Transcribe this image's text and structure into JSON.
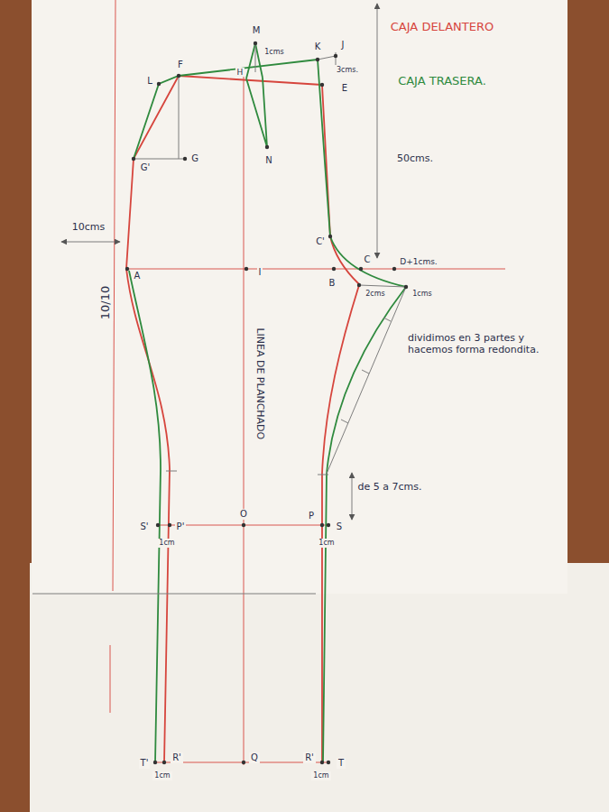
{
  "diagram": {
    "labels": [
      "CAJA DELANTERO",
      "CAJA TRASERA.",
      "M",
      "1cms",
      "K",
      "J",
      "3cms.",
      "L",
      "F",
      "H",
      "E",
      "N",
      "G'",
      "G",
      "50cms.",
      "10cms",
      "C'",
      "A",
      "I",
      "B",
      "C",
      "D+1cms.",
      "2cms",
      "1cms",
      "dividimos en 3 partes y hacemos forma redondita.",
      "10/10",
      "LINEA DE PLANCHADO",
      "de 5 a 7cms.",
      "S'",
      "P'",
      "O",
      "P",
      "S",
      "1cm",
      "1cm",
      "T'",
      "R'",
      "Q",
      "R'",
      "T",
      "1cm",
      "1cm"
    ]
  }
}
